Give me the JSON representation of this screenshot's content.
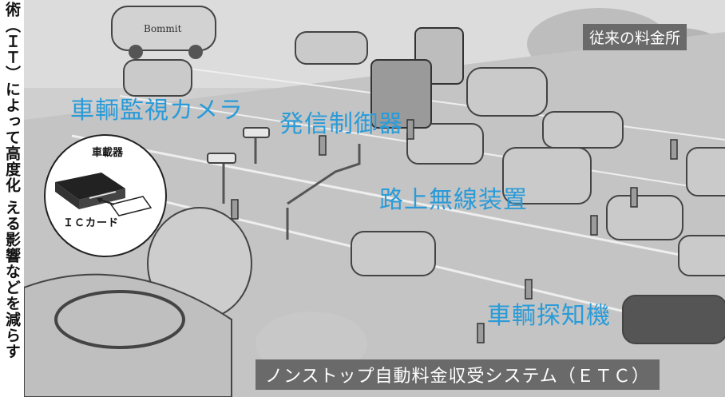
{
  "side_text": "術（ＩＴ）によって高度化 える影響などを減らす",
  "header_label": "従来の料金所",
  "labels": {
    "camera": "車輌監視カメラ",
    "controller": "発信制御器",
    "antenna": "路上無線装置",
    "detector": "車輌探知機"
  },
  "inset": {
    "title": "車載器",
    "card": "ＩＣカード"
  },
  "bus_sign": "Bommit",
  "footer_title": "ノンストップ自動料金収受システム（ＥＴＣ）",
  "colors": {
    "label_blue": "#2a9bd8",
    "box_gray": "#6a6a6a"
  }
}
